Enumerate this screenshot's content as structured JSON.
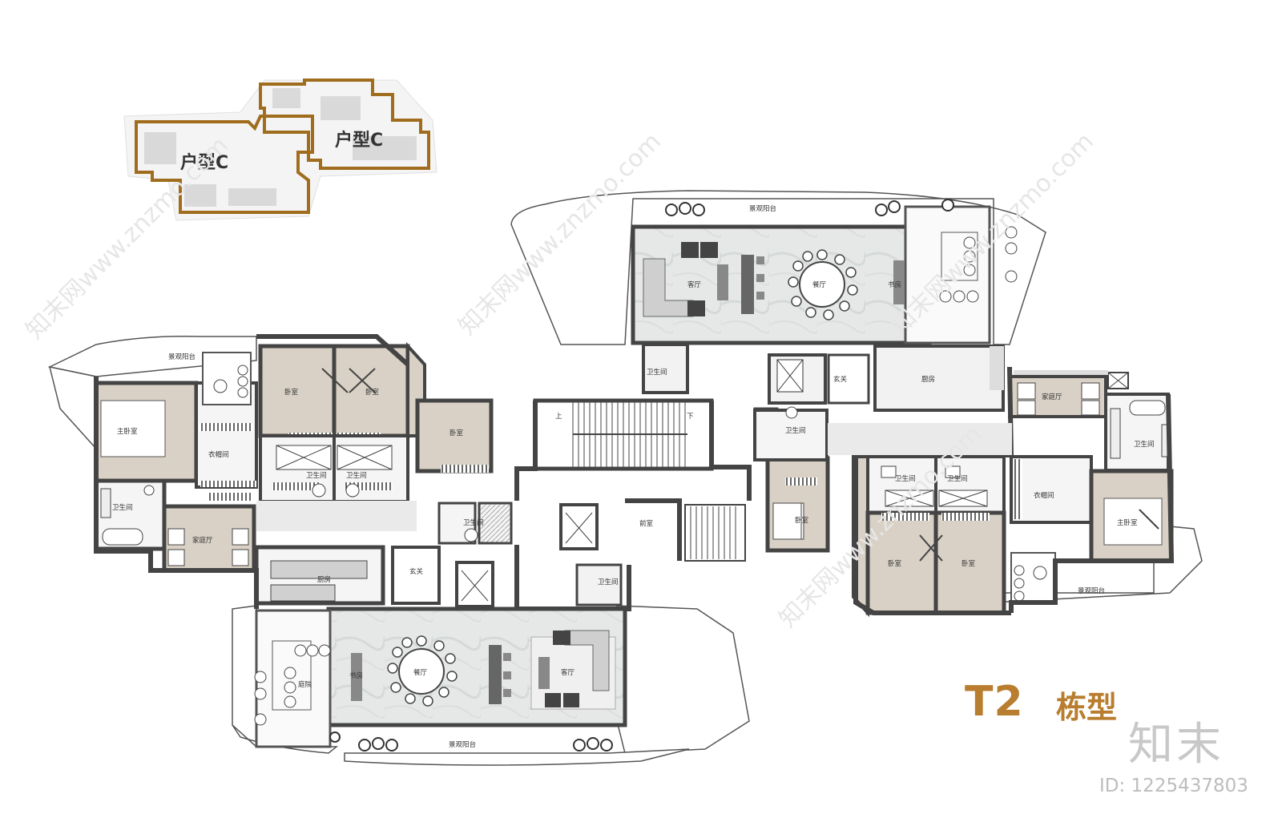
{
  "key_plan": {
    "unit_left": "户型C",
    "unit_right": "户型C"
  },
  "title": {
    "code": "T2",
    "suffix": "栋型"
  },
  "watermark": {
    "logo": "知末",
    "id": "ID: 1225437803",
    "diagonal": "知末网www.znzmo.com"
  },
  "rooms": {
    "top_balcony": "景观阳台",
    "top_living": "客厅",
    "top_dining": "餐厅",
    "top_study": "书房",
    "top_wc": "卫生间",
    "top_entry": "玄关",
    "top_kitchen": "厨房",
    "left_balcony": "景观阳台",
    "left_master": "主卧室",
    "left_closet": "衣帽间",
    "left_master_wc": "卫生间",
    "left_bed1": "卧室",
    "left_bed2": "卧室",
    "left_wc1": "卫生间",
    "left_wc2": "卫生间",
    "left_bed3": "卧室",
    "left_family": "家庭厅",
    "left_wc3": "卫生间",
    "left_kitchen": "厨房",
    "left_entry": "玄关",
    "core_front_room": "前室",
    "core_up": "上",
    "core_down": "下",
    "core_wc": "卫生间",
    "bottom_garden": "庭院",
    "bottom_study": "书房",
    "bottom_dining": "餐厅",
    "bottom_living": "客厅",
    "bottom_balcony": "景观阳台",
    "right_family": "家庭厅",
    "right_master_wc": "卫生间",
    "right_wc_small": "卫生间",
    "right_bed_small": "卧室",
    "right_wc1": "卫生间",
    "right_wc2": "卫生间",
    "right_closet": "衣帽间",
    "right_master": "主卧室",
    "right_bed1": "卧室",
    "right_bed2": "卧室",
    "right_balcony": "景观阳台"
  },
  "colors": {
    "accent": "#b87d2e",
    "wall": "#4a4a4a",
    "room_fill": "#d8d0c4",
    "marble": "#e4e6e6"
  }
}
